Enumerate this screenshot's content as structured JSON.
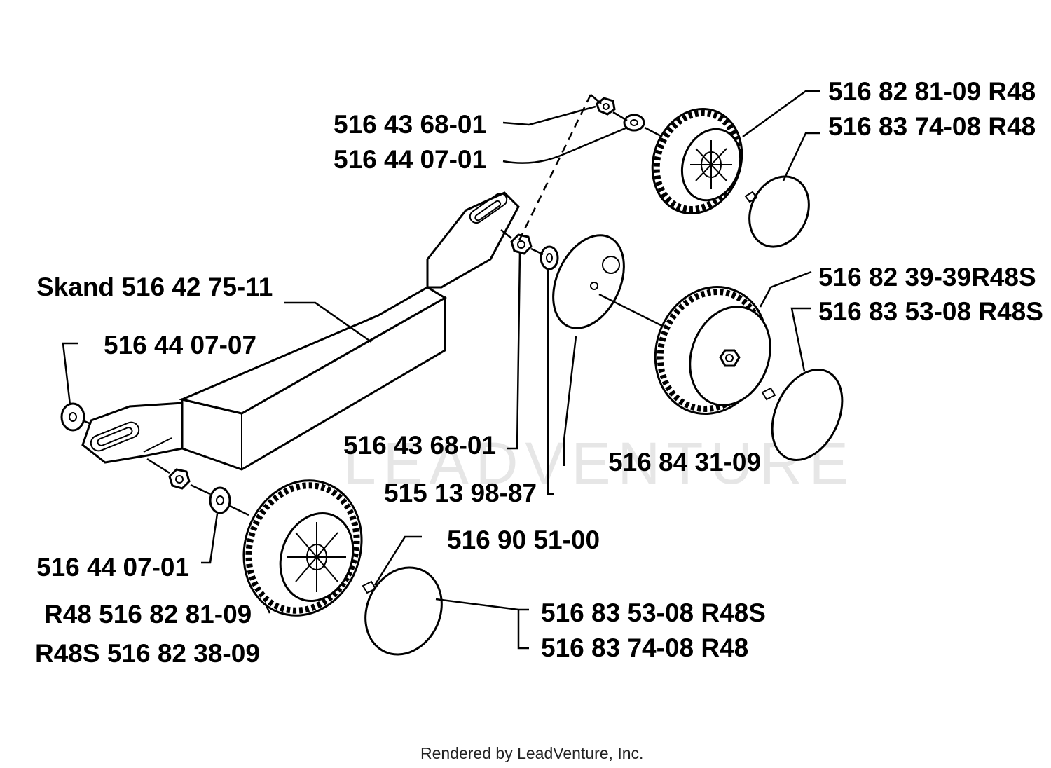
{
  "watermark": "LEADVENTURE",
  "footer": "Rendered by LeadVenture, Inc.",
  "labels": {
    "lbl_5164368_top": "516 43 68-01",
    "lbl_5164407_top": "516 44 07-01",
    "lbl_5168281_r48_top": "516 82 81-09 R48",
    "lbl_5168374_r48_top": "516 83 74-08 R48",
    "lbl_skand": "Skand 516 42 75-11",
    "lbl_5168239_r48s": "516 82 39-39R48S",
    "lbl_5168353_r48s_right": "516 83 53-08 R48S",
    "lbl_5164407_07": "516 44 07-07",
    "lbl_5164368_mid": "516 43 68-01",
    "lbl_5168431": "516 84 31-09",
    "lbl_5151398": "515 13 98-87",
    "lbl_5169051": "516 90 51-00",
    "lbl_5164407_bottom": "516 44 07-01",
    "lbl_r48_5168281": "R48 516 82 81-09",
    "lbl_r48s_5168238": "R48S 516 82 38-09",
    "lbl_5168353_r48s_bottom": "516 83 53-08 R48S",
    "lbl_5168374_r48_bottom": "516 83 74-08 R48"
  }
}
